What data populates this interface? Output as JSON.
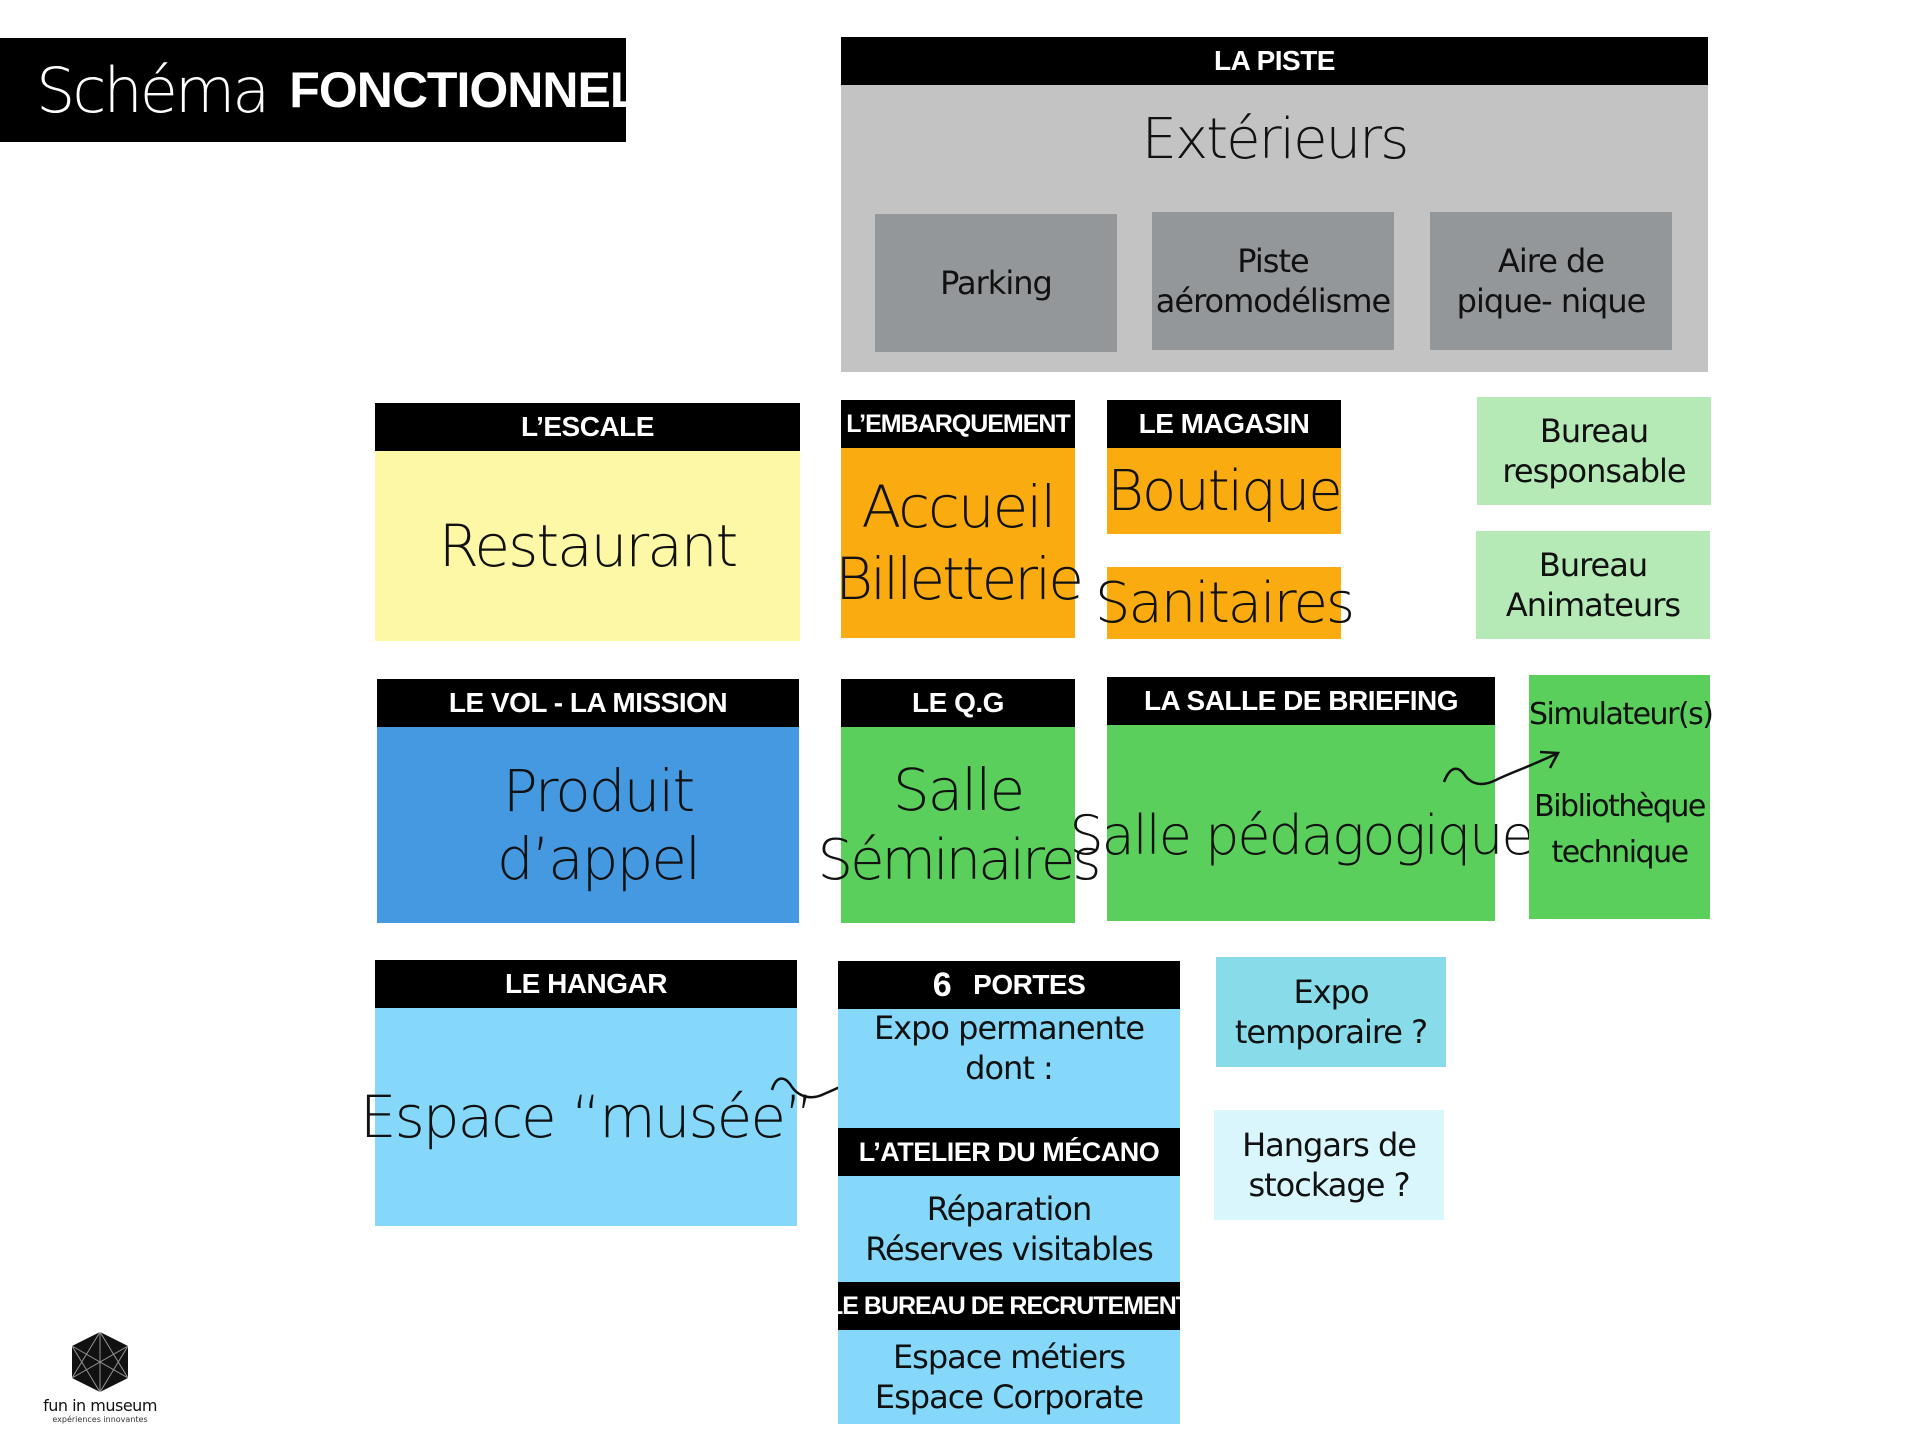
{
  "title": {
    "part1": "Schéma",
    "part2": "FONCTIONNEL"
  },
  "colors": {
    "black": "#000000",
    "grey_panel": "#c3c3c4",
    "grey_box": "#939799",
    "yellow": "#fcf8a5",
    "orange": "#f9ab10",
    "mint": "#b5eab7",
    "blue": "#4499e0",
    "green": "#5bcf5b",
    "sky": "#85d8f9",
    "teal": "#88dce9",
    "pale_cyan": "#d8f6fb"
  },
  "piste": {
    "header": "LA PISTE",
    "main": "Extérieurs",
    "boxes": [
      {
        "lines": [
          "Parking"
        ]
      },
      {
        "lines": [
          "Piste",
          "aéromodélisme"
        ]
      },
      {
        "lines": [
          "Aire de",
          "pique- nique"
        ]
      }
    ]
  },
  "escale": {
    "header": "L’ESCALE",
    "text": "Restaurant"
  },
  "embarquement": {
    "header": "L’EMBARQUEMENT",
    "line1": "Accueil",
    "line2": "Billetterie"
  },
  "magasin": {
    "header": "LE MAGASIN",
    "boutique": "Boutique",
    "sanitaires": "Sanitaires"
  },
  "bureaux": {
    "responsable": [
      "Bureau",
      "responsable"
    ],
    "animateurs": [
      "Bureau",
      "Animateurs"
    ]
  },
  "vol_mission": {
    "header": "LE VOL - LA MISSION",
    "text": "Produit d’appel"
  },
  "qg": {
    "header": "LE Q.G",
    "line1": "Salle",
    "line2": "Séminaires"
  },
  "briefing": {
    "header": "LA SALLE DE BRIEFING",
    "text": "Salle pédagogique"
  },
  "simulateurs": {
    "line1": "Simulateur(s)",
    "line2": "Bibliothèque",
    "line3": "technique"
  },
  "hangar": {
    "header": "LE HANGAR",
    "text": "Espace “musée”"
  },
  "portes": {
    "header_num": "6",
    "header_word": "PORTES",
    "expo_lines": [
      "Expo permanente",
      "dont :"
    ],
    "atelier_header": "L’ATELIER DU MÉCANO",
    "atelier_lines": [
      "Réparation",
      "Réserves visitables"
    ],
    "recrutement_header": "LE BUREAU DE RECRUTEMENT",
    "recrutement_lines": [
      "Espace métiers",
      "Espace Corporate"
    ]
  },
  "expo_temp": [
    "Expo",
    "temporaire ?"
  ],
  "hangars_stockage": [
    "Hangars de",
    "stockage ?"
  ],
  "logo": {
    "name": "fun in museum",
    "tagline": "expériences innovantes"
  }
}
